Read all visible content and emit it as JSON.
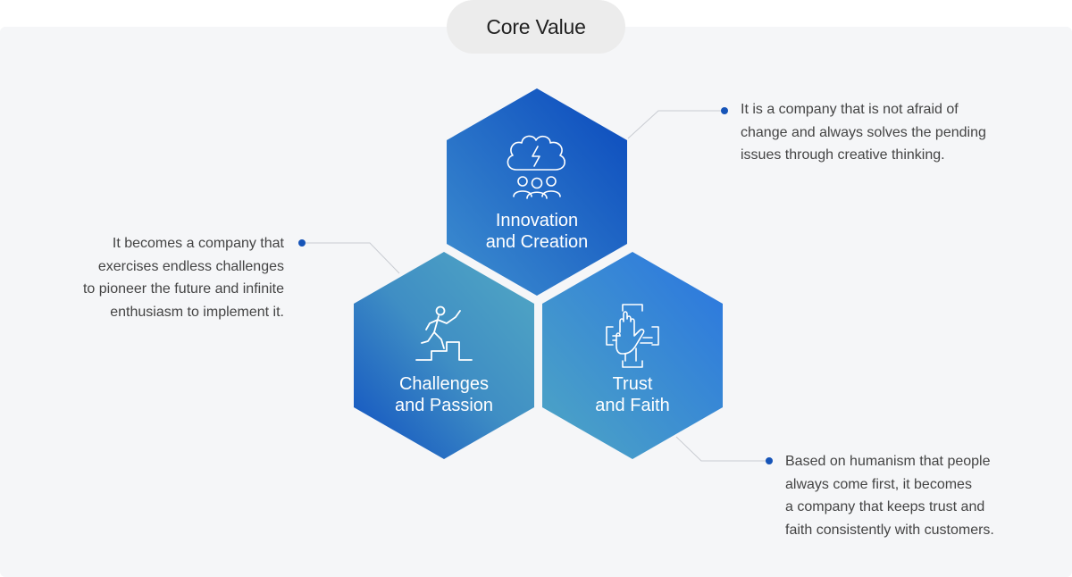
{
  "title": "Core Value",
  "values": [
    {
      "label": "Innovation\nand Creation",
      "icon": "brain-team-icon",
      "description": "It is a company that is not afraid of\nchange and always solves the pending\nissues through creative thinking."
    },
    {
      "label": "Challenges\nand Passion",
      "icon": "person-climbing-stairs-icon",
      "description": "It becomes a company that\nexercises endless challenges\nto pioneer the future and infinite\nenthusiasm to implement it."
    },
    {
      "label": "Trust\nand Faith",
      "icon": "joined-hands-icon",
      "description": "Based on humanism that people\nalways come first, it becomes\na company that keeps trust and\nfaith consistently with customers."
    }
  ],
  "colors": {
    "hex_dark": "#0d4fc0",
    "hex_light": "#4aa3c8",
    "bullet": "#1654b8",
    "connector": "#c9ccd2"
  }
}
